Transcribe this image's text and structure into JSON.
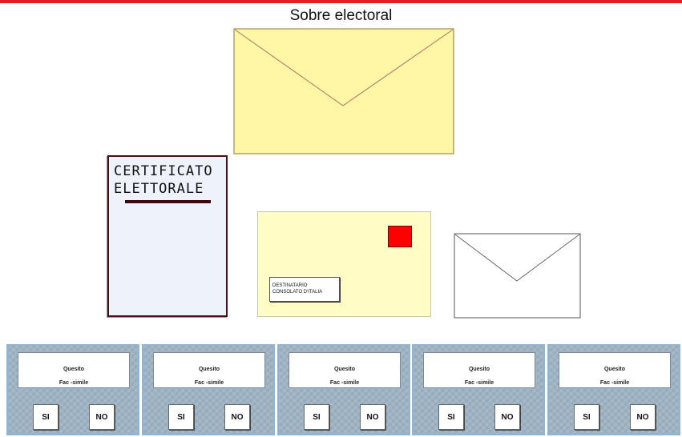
{
  "title": "Sobre electoral",
  "certificate": {
    "line1": "CERTIFICATO",
    "line2": "ELETTORALE"
  },
  "mail_envelope": {
    "recipient_line1": "DESTINATARIO",
    "recipient_line2": "CONSOLATO D'ITALIA"
  },
  "colors": {
    "big_envelope": "#fff6a6",
    "mail_envelope": "#fffcc6",
    "stamp": "#ff0000",
    "ballot_bg": "#9eb3c4",
    "top_rule": "#e02020"
  },
  "ballots": [
    {
      "heading": "Quesito",
      "subheading": "Fac -simile",
      "yes": "SI",
      "no": "NO"
    },
    {
      "heading": "Quesito",
      "subheading": "Fac -simile",
      "yes": "SI",
      "no": "NO"
    },
    {
      "heading": "Quesito",
      "subheading": "Fac -simile",
      "yes": "SI",
      "no": "NO"
    },
    {
      "heading": "Quesito",
      "subheading": "Fac -simile",
      "yes": "SI",
      "no": "NO"
    },
    {
      "heading": "Quesito",
      "subheading": "Fac -simile",
      "yes": "SI",
      "no": "NO"
    }
  ]
}
